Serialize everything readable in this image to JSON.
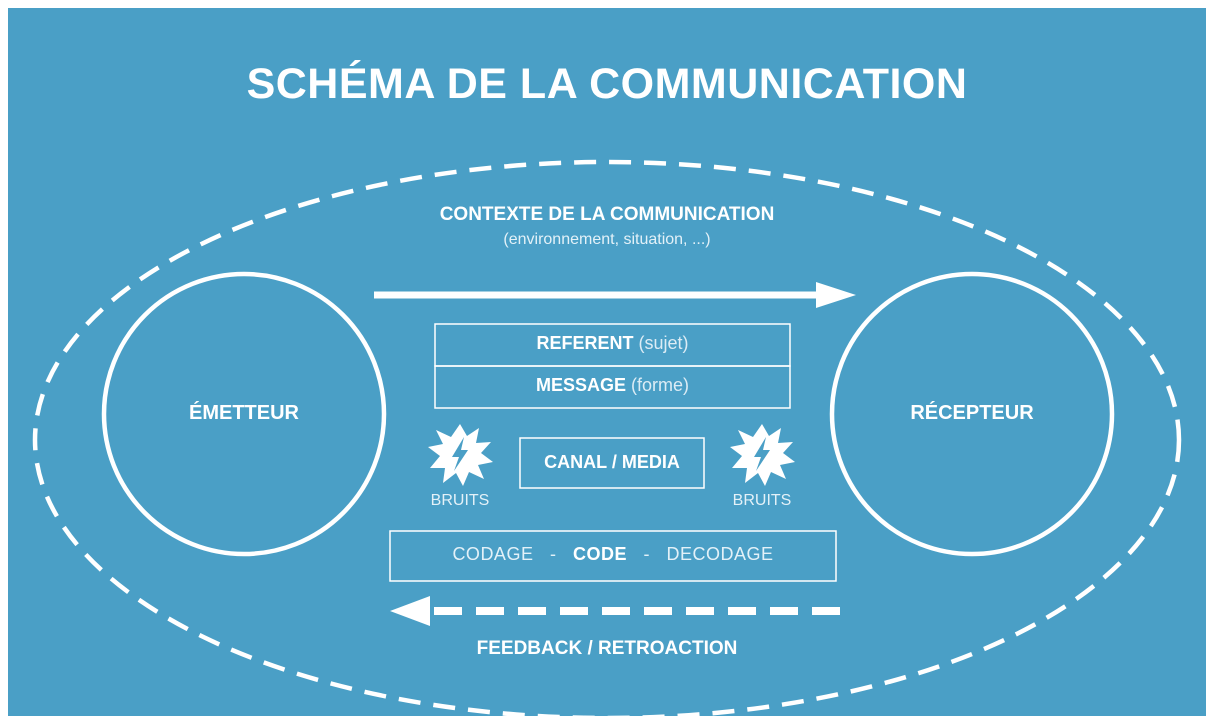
{
  "title": "SCHÉMA DE LA COMMUNICATION",
  "context": {
    "title": "CONTEXTE DE LA COMMUNICATION",
    "subtitle": "(environnement, situation, ...)"
  },
  "emitter": "ÉMETTEUR",
  "receiver": "RÉCEPTEUR",
  "referent": {
    "label": "REFERENT",
    "note": "(sujet)"
  },
  "message": {
    "label": "MESSAGE",
    "note": "(forme)"
  },
  "channel": "CANAL / MEDIA",
  "noise_left": "BRUITS",
  "noise_right": "BRUITS",
  "code": {
    "encoding": "CODAGE",
    "separator": "-",
    "code": "CODE",
    "decoding": "DECODAGE"
  },
  "feedback": "FEEDBACK / RETROACTION",
  "colors": {
    "background": "#4a9fc6",
    "foreground": "#ffffff"
  }
}
